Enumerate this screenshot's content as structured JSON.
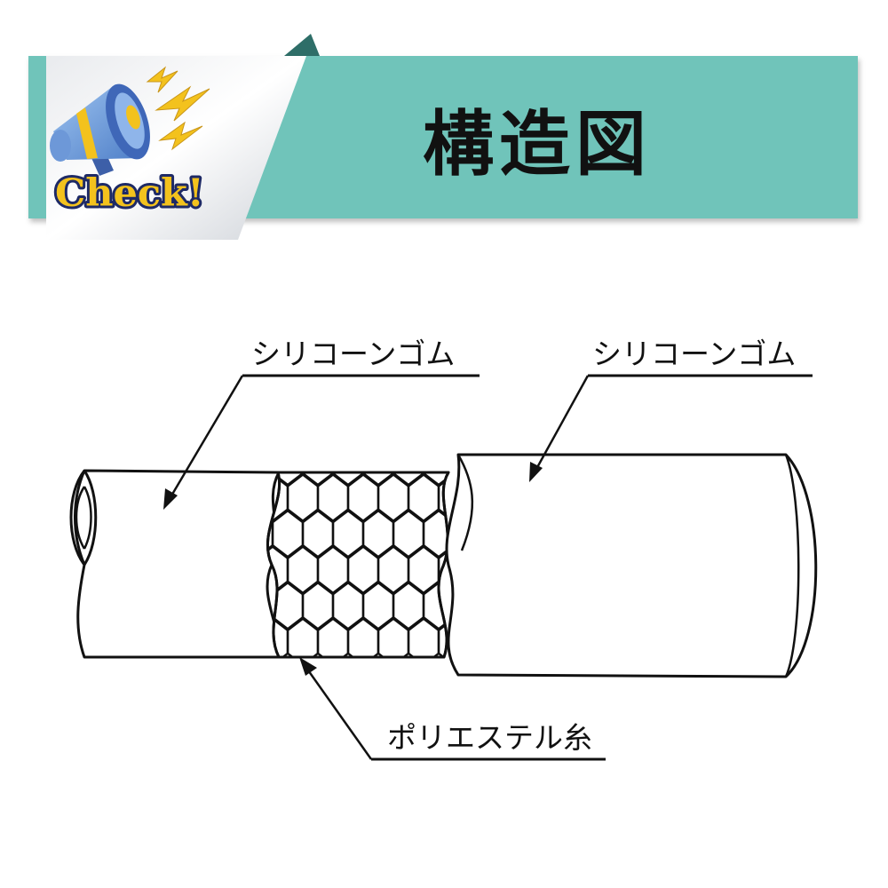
{
  "header": {
    "badge_text": "Check!",
    "badge_icon": "megaphone-icon",
    "title": "構造図",
    "colors": {
      "banner": "#6fc4ba",
      "banner_shadow": "#2e6e68",
      "badge_text": "#f3c21d",
      "badge_outline": "#1e2a66",
      "lightning": "#f3c21d"
    }
  },
  "diagram": {
    "labels": {
      "outer_layer_left": "シリコーンゴム",
      "outer_layer_right": "シリコーンゴム",
      "reinforcement": "ポリエステル糸"
    }
  }
}
